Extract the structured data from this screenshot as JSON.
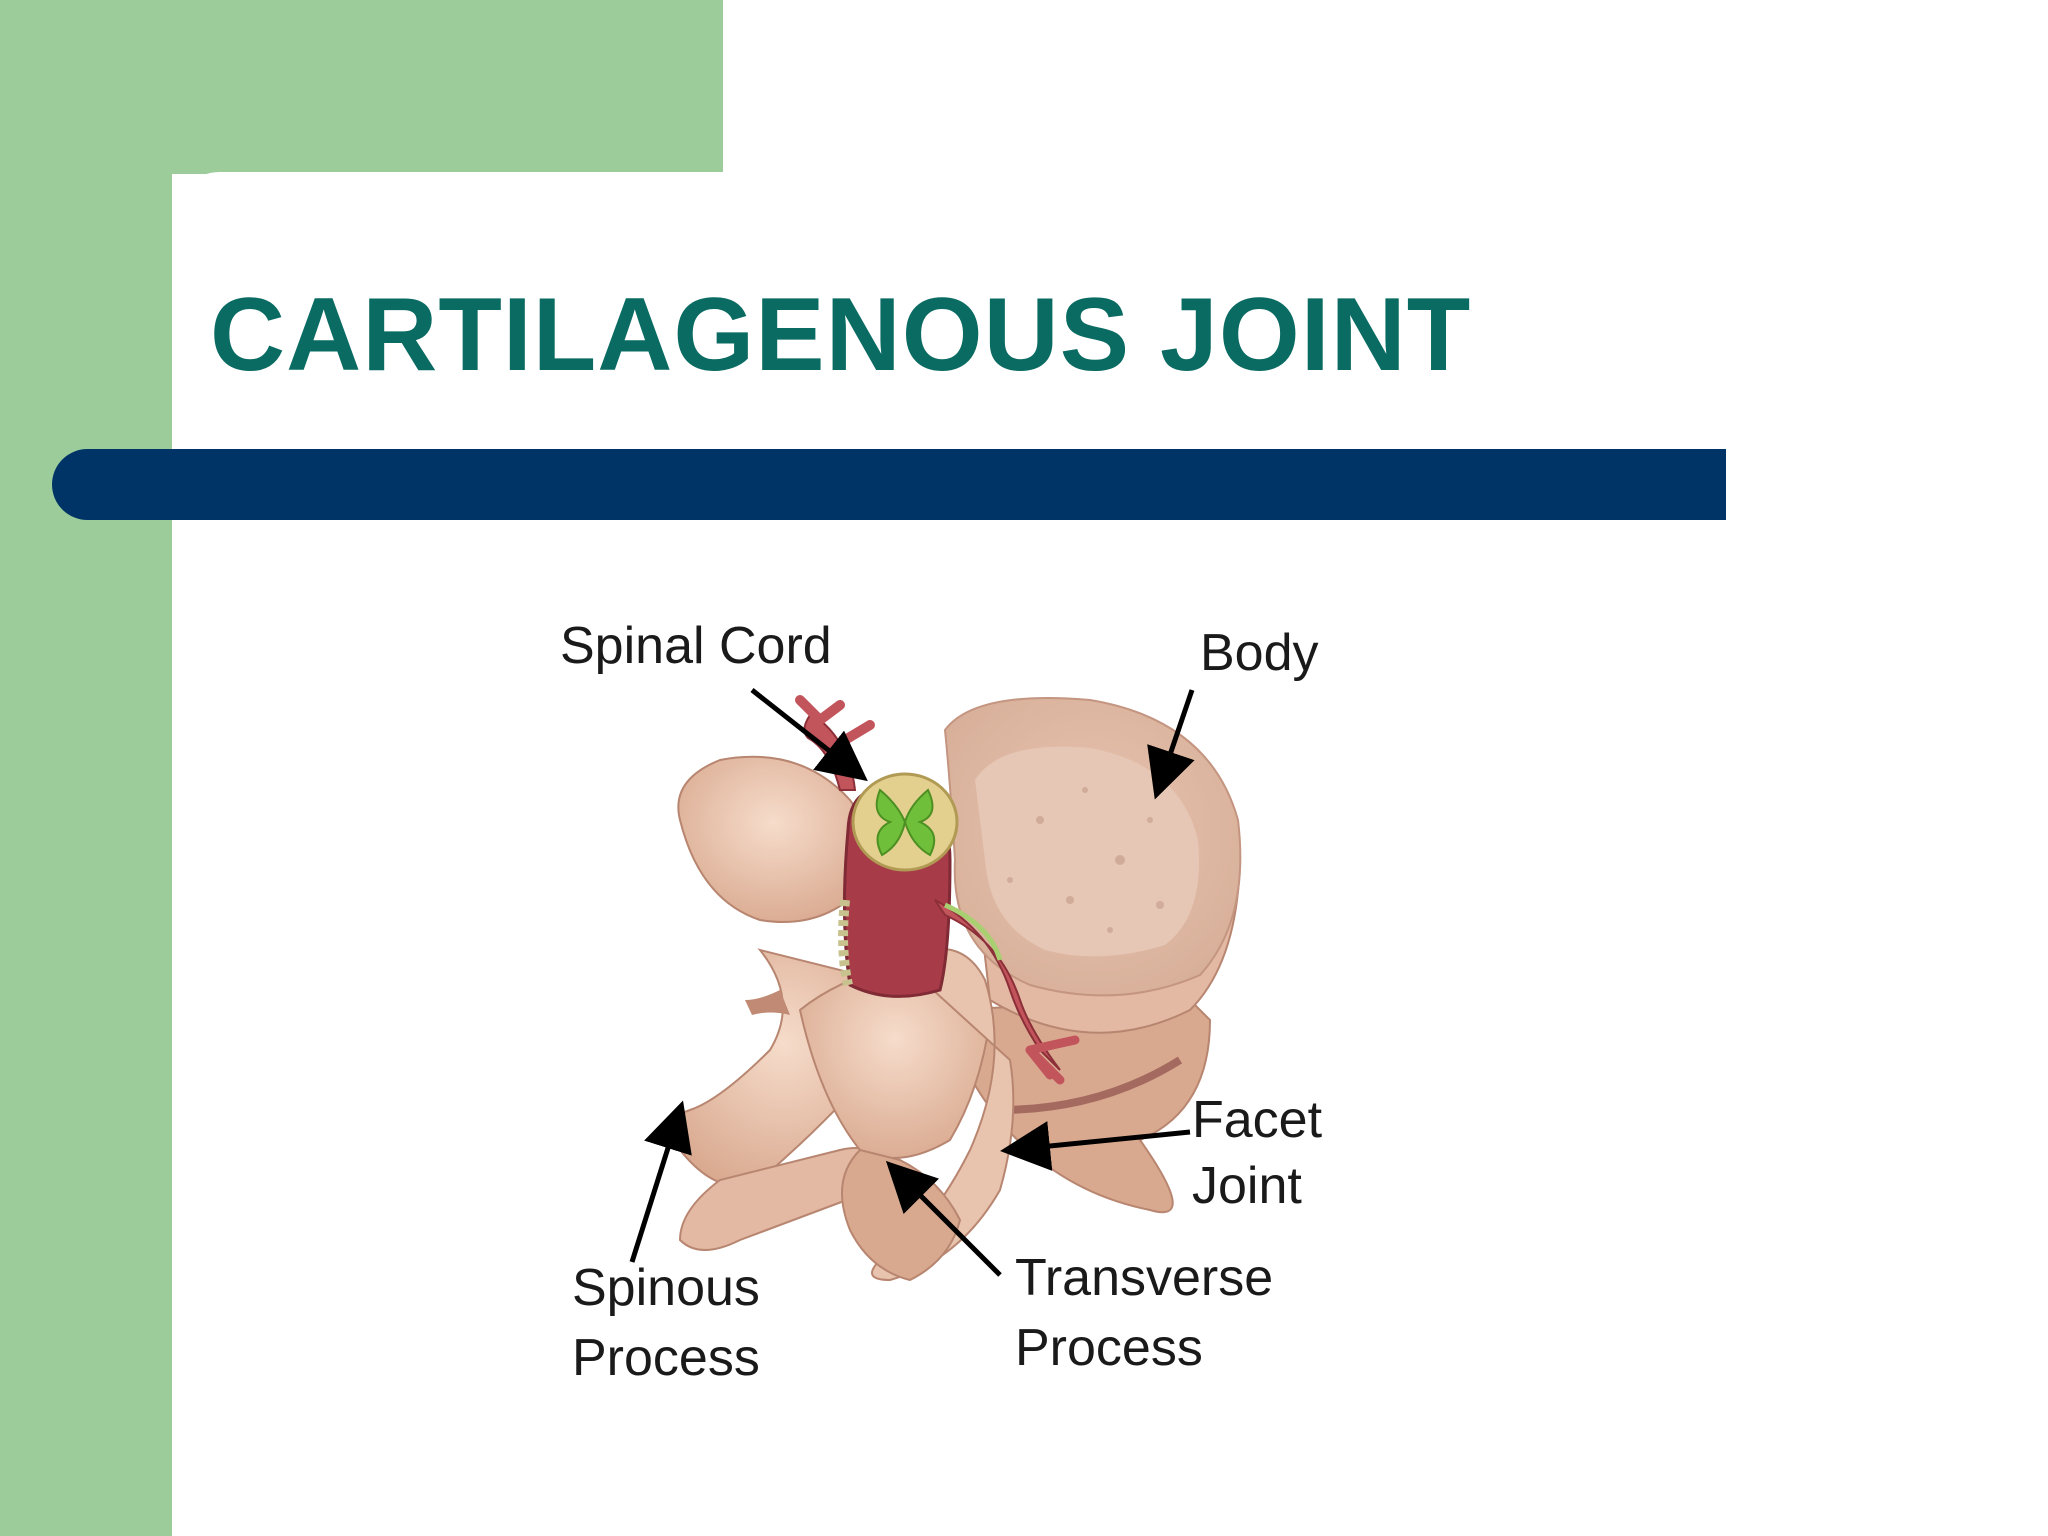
{
  "slide": {
    "title": "CARTILAGENOUS JOINT"
  },
  "diagram": {
    "labels": {
      "spinal_cord": "Spinal Cord",
      "body": "Body",
      "facet_joint_line1": "Facet",
      "facet_joint_line2": "Joint",
      "spinous_process_line1": "Spinous",
      "spinous_process_line2": "Process",
      "transverse_process_line1": "Transverse",
      "transverse_process_line2": "Process"
    }
  },
  "colors": {
    "green_accent": "#9bcc9a",
    "title_text": "#0a6b62",
    "title_bar": "#003466",
    "bone": "#ecc9b4",
    "spinal_cord_gray": "#e7d9a3",
    "nerve_red": "#c2545c"
  }
}
